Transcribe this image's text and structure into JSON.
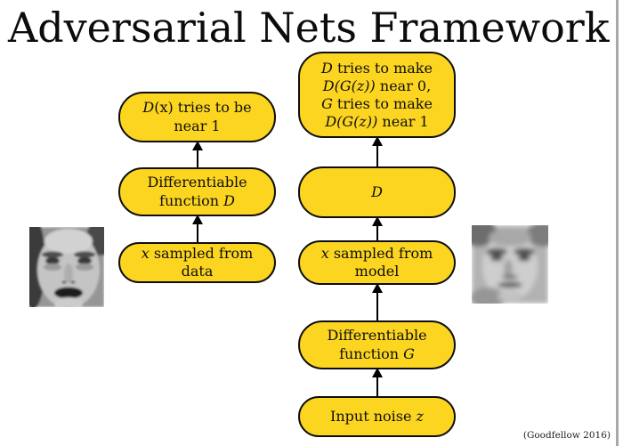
{
  "title": "Adversarial Nets Framework",
  "credit": "(Goodfellow 2016)",
  "colors": {
    "box_fill": "#FCD520",
    "box_border": "#0d0d0d",
    "arrow": "#000000",
    "divider": "#a8a8a8"
  },
  "boxes": {
    "dx_near_1": {
      "lines": [
        [
          {
            "i": 1,
            "t": "D"
          },
          {
            "i": 0,
            "t": "(x) tries to be"
          }
        ],
        [
          {
            "i": 0,
            "t": "near 1"
          }
        ]
      ]
    },
    "diff_function_d": {
      "lines": [
        [
          {
            "i": 0,
            "t": "Differentiable"
          }
        ],
        [
          {
            "i": 0,
            "t": "function "
          },
          {
            "i": 1,
            "t": "D"
          }
        ]
      ]
    },
    "x_sampled_data": {
      "lines": [
        [
          {
            "i": 1,
            "t": "x"
          },
          {
            "i": 0,
            "t": " sampled from"
          }
        ],
        [
          {
            "i": 0,
            "t": "data"
          }
        ]
      ]
    },
    "d_tries": {
      "lines": [
        [
          {
            "i": 1,
            "t": "D"
          },
          {
            "i": 0,
            "t": " tries to make"
          }
        ],
        [
          {
            "i": 1,
            "t": "D(G(z))"
          },
          {
            "i": 0,
            "t": " near 0,"
          }
        ],
        [
          {
            "i": 1,
            "t": "G"
          },
          {
            "i": 0,
            "t": " tries to make"
          }
        ],
        [
          {
            "i": 1,
            "t": "D(G(z))"
          },
          {
            "i": 0,
            "t": " near 1"
          }
        ]
      ]
    },
    "d_node": {
      "lines": [
        [
          {
            "i": 1,
            "t": "D"
          }
        ]
      ]
    },
    "x_sampled_model": {
      "lines": [
        [
          {
            "i": 1,
            "t": "x"
          },
          {
            "i": 0,
            "t": " sampled from"
          }
        ],
        [
          {
            "i": 0,
            "t": "model"
          }
        ]
      ]
    },
    "diff_function_g": {
      "lines": [
        [
          {
            "i": 0,
            "t": "Differentiable"
          }
        ],
        [
          {
            "i": 0,
            "t": "function "
          },
          {
            "i": 1,
            "t": "G"
          }
        ]
      ]
    },
    "input_noise": {
      "lines": [
        [
          {
            "i": 0,
            "t": "Input noise "
          },
          {
            "i": 1,
            "t": "z"
          }
        ]
      ]
    }
  },
  "images": {
    "left_face": {
      "alt": "grayscale real face photo (data sample)"
    },
    "right_face": {
      "alt": "blurry grayscale generated face (model sample)"
    }
  }
}
